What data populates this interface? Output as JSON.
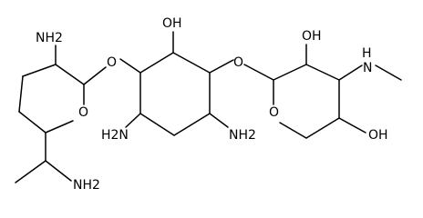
{
  "labels": {
    "amino_top": "NH2",
    "ring_o_left": "O",
    "amino_bottom": "NH2",
    "ether_o_left": "O",
    "hydroxyl_top": "OH",
    "ether_o_right": "O",
    "amino_ring_left": "H2N",
    "amino_ring_right": "NH2",
    "hydroxyl_right_top": "OH",
    "methylamino": "N",
    "methylamino_h": "H",
    "ring_o_right": "O",
    "hydroxyl_right_bottom": "OH"
  }
}
